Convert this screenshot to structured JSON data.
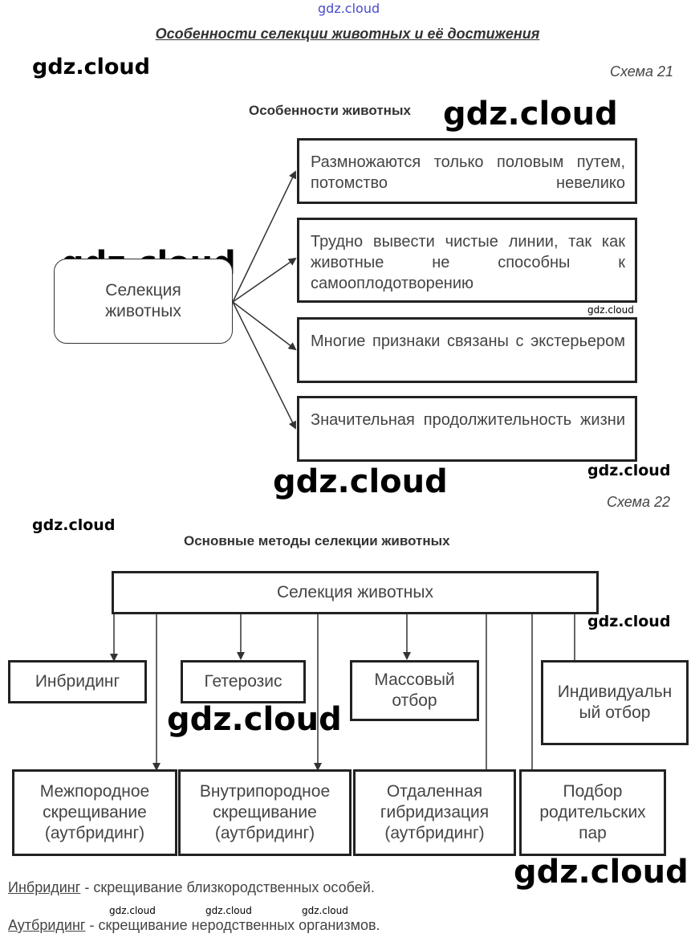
{
  "watermark": "gdz.cloud",
  "title": "Особенности селекции животных и её достижения",
  "scheme21": {
    "label": "Схема 21",
    "heading": "Особенности животных",
    "center": "Селекция животных",
    "features": [
      "Размножаются только половым путем, потомство невелико",
      "Трудно вывести чистые линии, так как животные не способны к самооплодотворению",
      "Многие признаки связаны с экстерьером",
      "Значительная продолжительность жизни"
    ]
  },
  "scheme22": {
    "label": "Схема 22",
    "heading": "Основные методы селекции животных",
    "root": "Селекция животных",
    "row1": [
      "Инбридинг",
      "Гетерозис",
      "Массовый отбор",
      "Индивидуальный отбор"
    ],
    "row2": [
      "Межпородное скрещивание (аутбридинг)",
      "Внутрипородное скрещивание (аутбридинг)",
      "Отдаленная гибридизация (аутбридинг)",
      "Подбор родительских пар"
    ]
  },
  "definitions": [
    {
      "term": "Инбридинг",
      "text": " - скрещивание близкородственных особей."
    },
    {
      "term": "Аутбридинг",
      "text": " - скрещивание неродственных организмов."
    }
  ]
}
